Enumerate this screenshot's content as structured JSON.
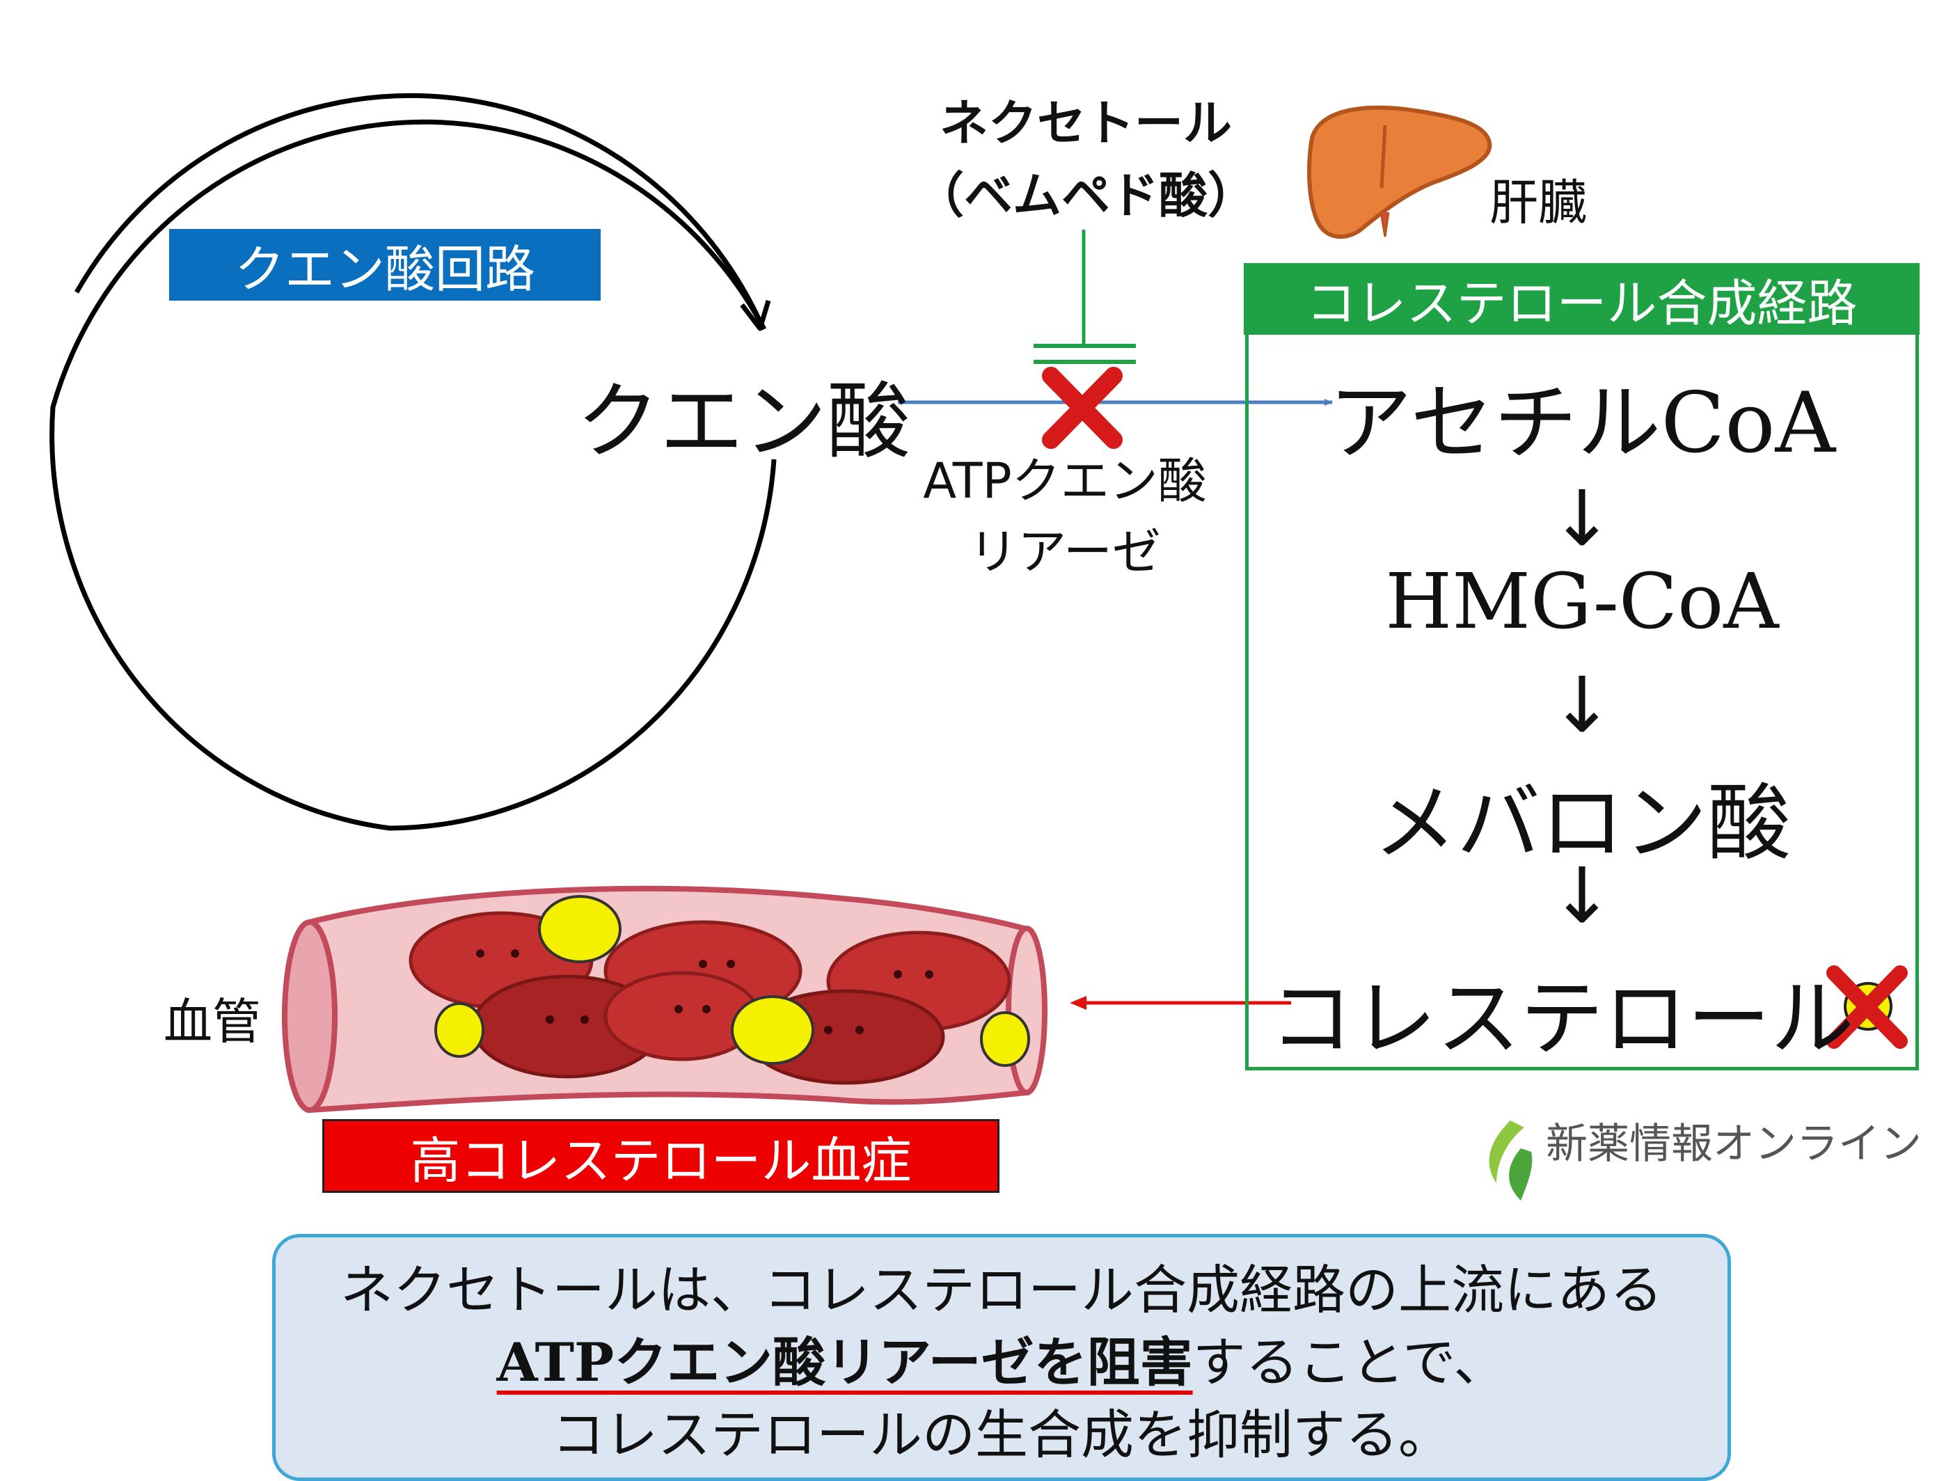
{
  "cycle": {
    "label": "クエン酸回路",
    "product": "クエン酸"
  },
  "inhibitor": {
    "line1": "ネクセトール",
    "line2": "（ベムペド酸）"
  },
  "enzyme": {
    "line1": "ATPクエン酸",
    "line2": "リアーゼ"
  },
  "organ": {
    "label": "肝臓",
    "icon": "liver-icon"
  },
  "pathway": {
    "header": "コレステロール合成経路",
    "steps": [
      "アセチルCoA",
      "HMG-CoA",
      "メバロン酸",
      "コレステロール"
    ],
    "arrow_glyph": "↓"
  },
  "vessel": {
    "label": "血管",
    "disease": "高コレステロール血症"
  },
  "brand": {
    "name": "新薬情報オンライン"
  },
  "summary": {
    "line1": "ネクセトールは、コレステロール合成経路の上流にある",
    "line2_a": "ATP",
    "line2_b": "クエン酸リアーゼを阻害",
    "line2_c": "することで、",
    "line3": "コレステロールの生合成を抑制する。"
  },
  "colors": {
    "cycle_label": "#0b6fbf",
    "pathway_green": "#1fa245",
    "disease_red": "#ee0000",
    "inhibit_x": "#d61a1a",
    "flow_arrow": "#4a7fc1",
    "summary_bg": "#dce6f2",
    "summary_border": "#3fa7d8"
  }
}
